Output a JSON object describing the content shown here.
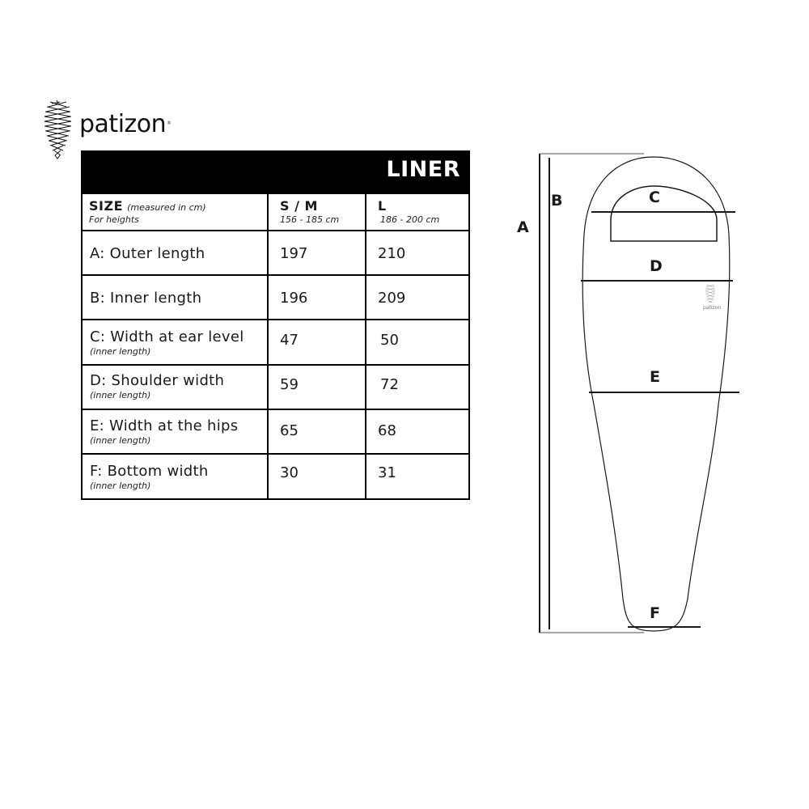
{
  "brand": {
    "name": "patizon",
    "registered_mark": "®"
  },
  "table": {
    "title": "LINER",
    "header": {
      "size_label": "SIZE",
      "size_note": "(measured in cm)",
      "for_heights": "For heights",
      "columns": [
        {
          "label": "S / M",
          "range": "156 - 185 cm"
        },
        {
          "label": "L",
          "range": "186 - 200 cm"
        }
      ]
    },
    "rows": [
      {
        "label": "A: Outer length",
        "note": "",
        "sm": "197",
        "l": "210"
      },
      {
        "label": "B: Inner length",
        "note": "",
        "sm": "196",
        "l": "209"
      },
      {
        "label": "C: Width at ear level",
        "note": "(inner length)",
        "sm": "47",
        "l": "50"
      },
      {
        "label": "D: Shoulder width",
        "note": "(inner length)",
        "sm": "59",
        "l": "72"
      },
      {
        "label": "E: Width at the hips",
        "note": "(inner length)",
        "sm": "65",
        "l": "68"
      },
      {
        "label": "F: Bottom width",
        "note": "(inner length)",
        "sm": "30",
        "l": "31"
      }
    ]
  },
  "diagram": {
    "labels": {
      "a": "A",
      "b": "B",
      "c": "C",
      "d": "D",
      "e": "E",
      "f": "F"
    },
    "mini_brand": "patizon"
  },
  "colors": {
    "header_bg": "#000000",
    "header_text": "#ffffff",
    "line": "#000000"
  }
}
